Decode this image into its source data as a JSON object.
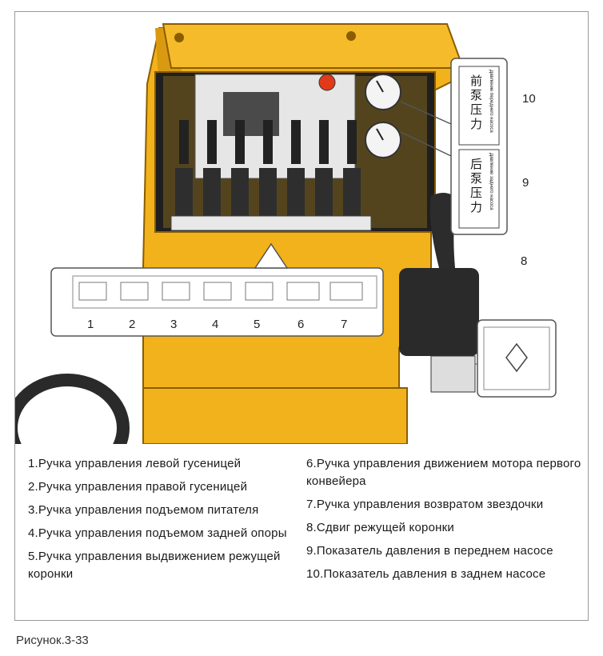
{
  "figure": {
    "gauges": [
      {
        "number": "10",
        "cn_label": "前泵压力",
        "ru_label": "Давление переднего насоса"
      },
      {
        "number": "9",
        "cn_label": "后泵压力",
        "ru_label": "Давление заднего насоса"
      }
    ],
    "joystick_number": "8",
    "strip_numbers": [
      "1",
      "2",
      "3",
      "4",
      "5",
      "6",
      "7"
    ]
  },
  "legend": {
    "left": [
      "1.Ручка управления левой гусеницей",
      "2.Ручка управления правой гусеницей",
      "3.Ручка управления подъемом питателя",
      "4.Ручка управления подъемом задней опоры",
      "5.Ручка управления выдвижением режущей коронки"
    ],
    "right": [
      "6.Ручка управления движением мотора первого конвейера",
      "7.Ручка управления возвратом звездочки",
      "8.Сдвиг режущей коронки",
      "9.Показатель давления в переднем насосе",
      "10.Показатель давления в заднем насосе"
    ]
  },
  "caption": "Рисунок.3-33",
  "colors": {
    "machine_yellow": "#f2b21b",
    "machine_shadow": "#c98a0e",
    "panel_dark": "#2a2a2a"
  }
}
